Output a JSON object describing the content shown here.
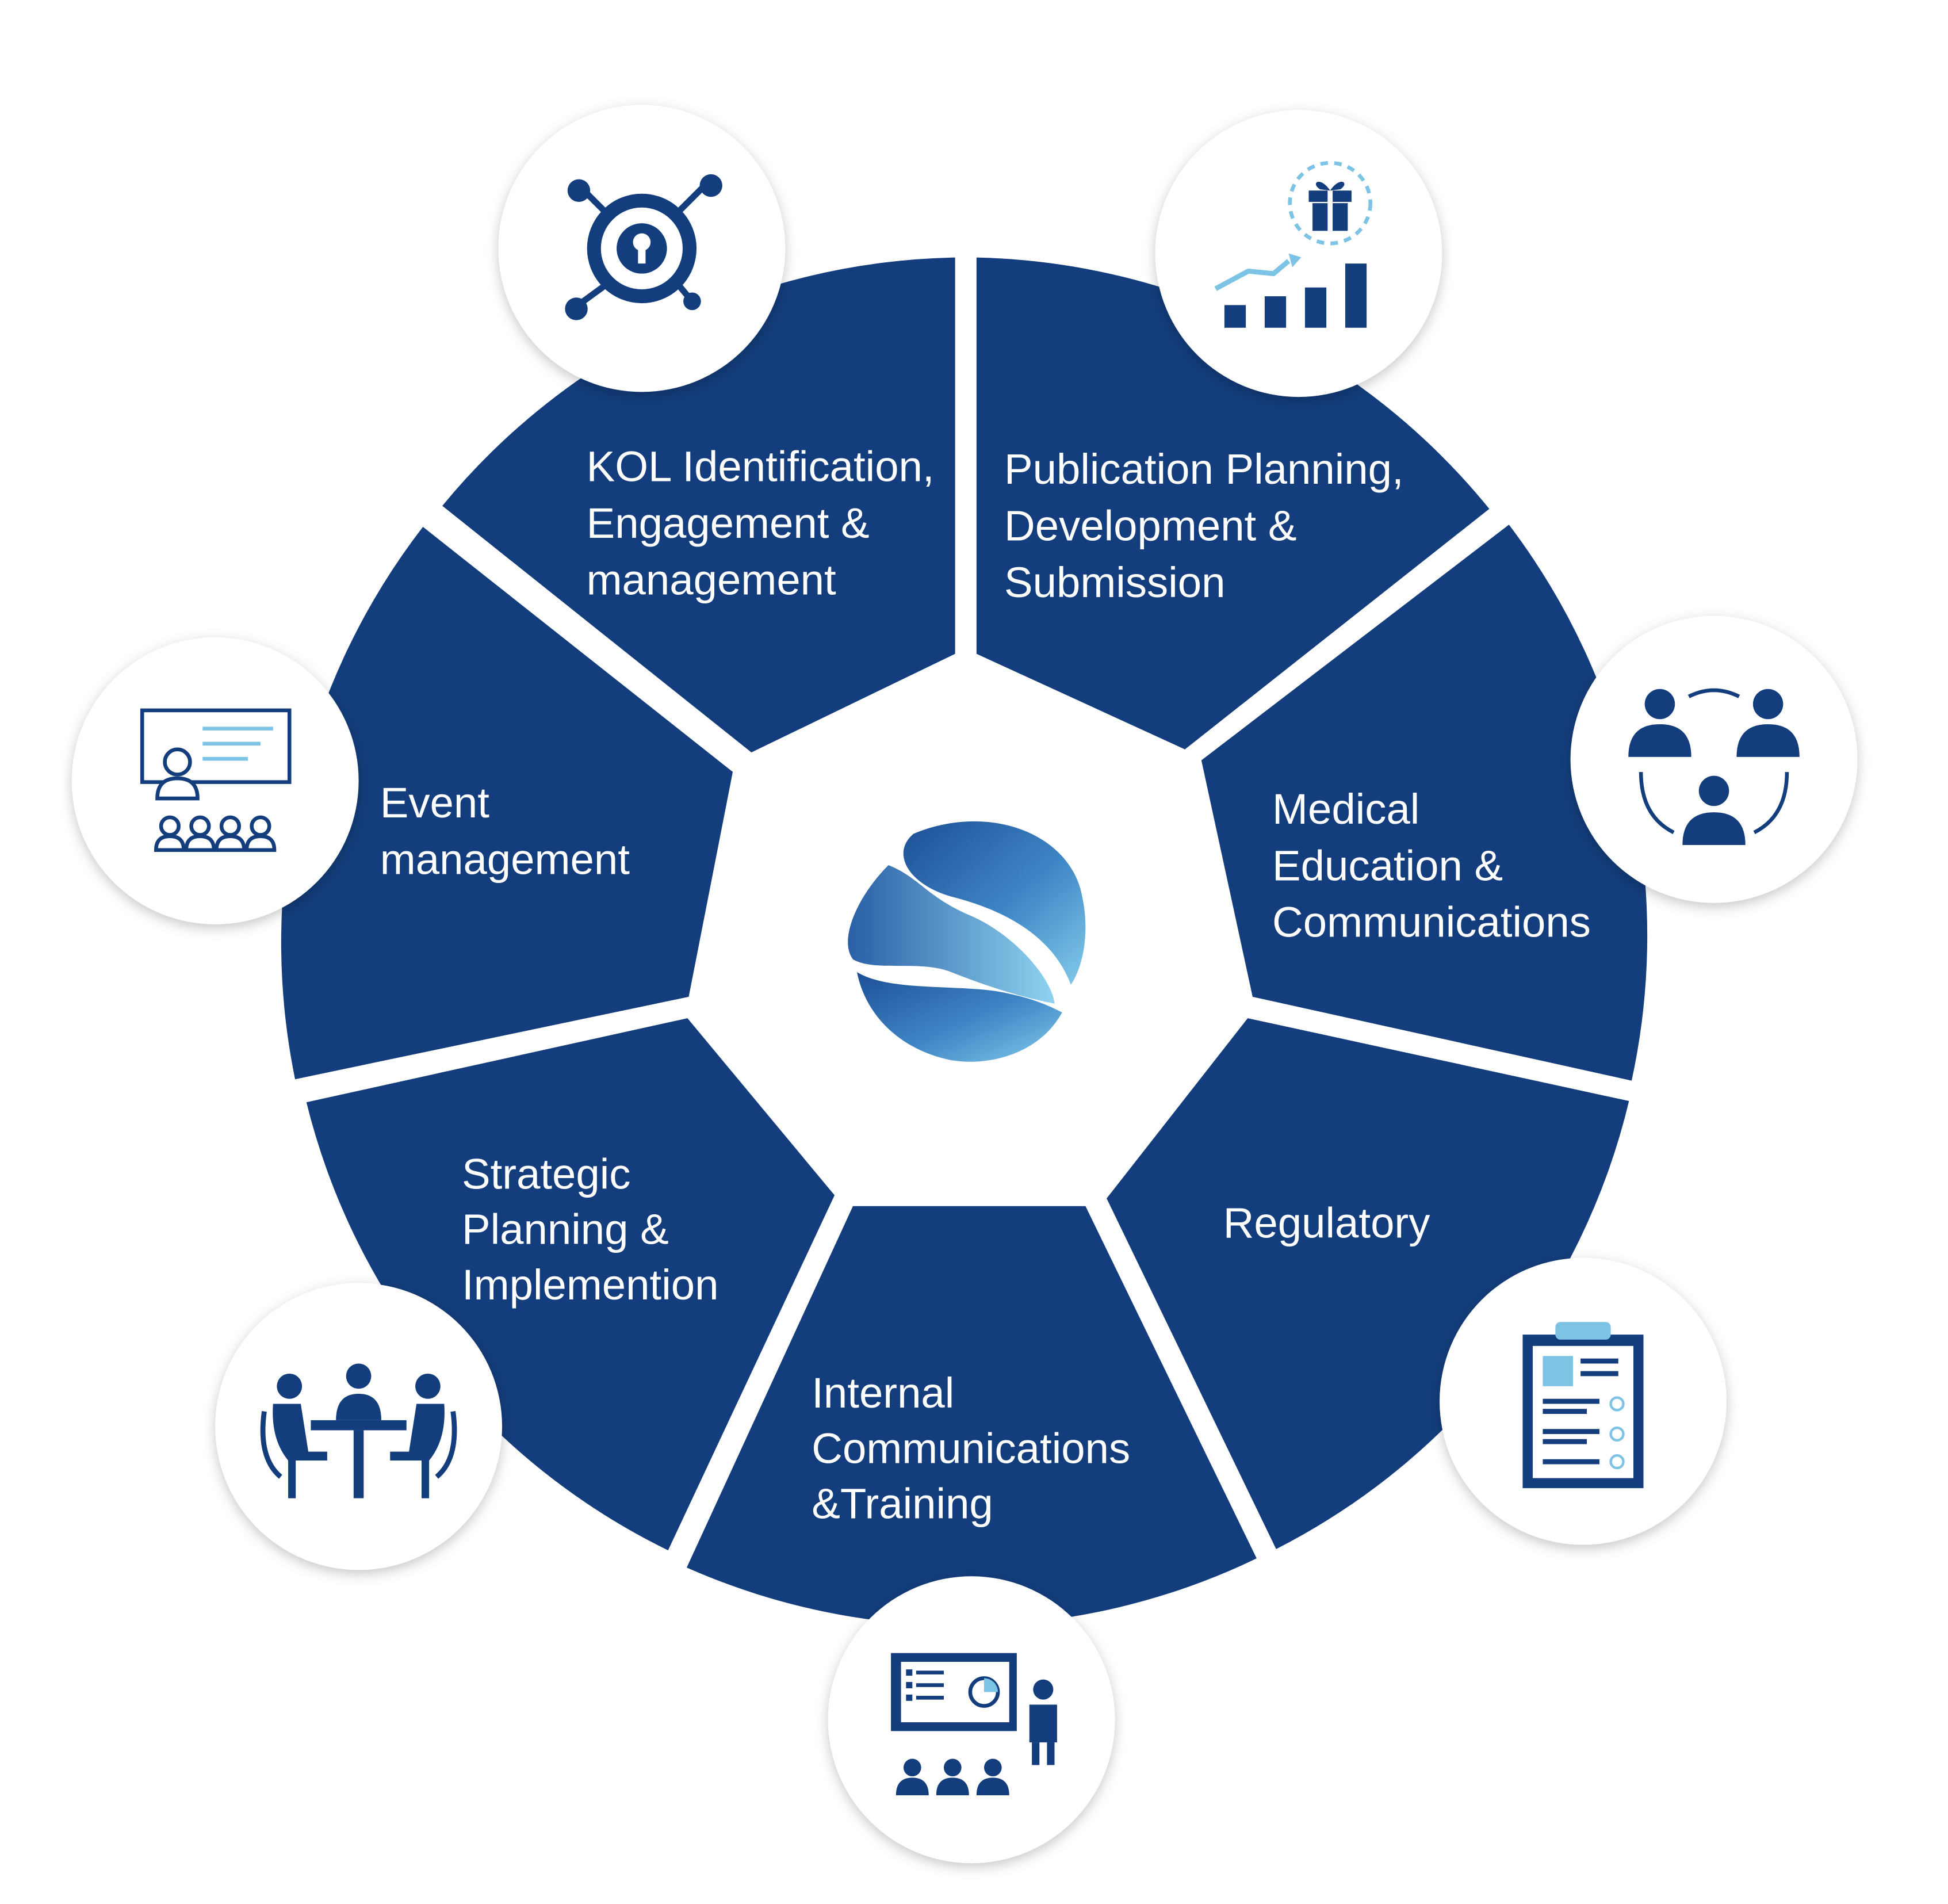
{
  "colors": {
    "segment": "#133d7c",
    "icon_dark": "#133d7c",
    "icon_light": "#7cc3e6",
    "background": "#ffffff",
    "text": "#ffffff"
  },
  "segments": [
    {
      "id": "kol",
      "lines": [
        "KOL Identification,",
        "Engagement &",
        "management"
      ],
      "icon": "keyhole-network-icon"
    },
    {
      "id": "publication",
      "lines": [
        "Publication Planning,",
        "Development &",
        "Submission"
      ],
      "icon": "growth-chart-gift-icon"
    },
    {
      "id": "medical",
      "lines": [
        "Medical",
        "Education &",
        "Communications"
      ],
      "icon": "people-network-icon"
    },
    {
      "id": "regulatory",
      "lines": [
        "Regulatory"
      ],
      "icon": "clipboard-checklist-icon"
    },
    {
      "id": "internal",
      "lines": [
        "Internal",
        "Communications",
        "&Training"
      ],
      "icon": "training-presentation-icon"
    },
    {
      "id": "strategic",
      "lines": [
        "Strategic",
        "Planning &",
        "Implemention"
      ],
      "icon": "meeting-table-icon"
    },
    {
      "id": "event",
      "lines": [
        "Event",
        "management"
      ],
      "icon": "audience-presentation-icon"
    }
  ],
  "center": {
    "logo": "swirl-globe-logo"
  }
}
